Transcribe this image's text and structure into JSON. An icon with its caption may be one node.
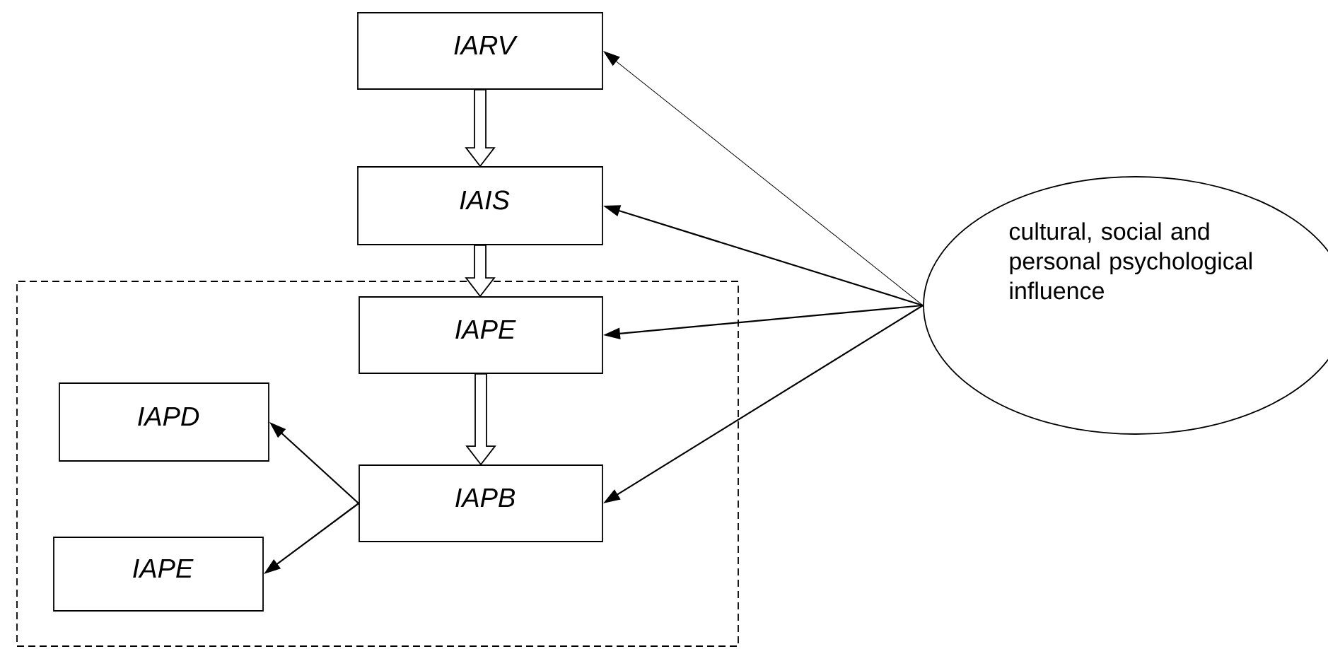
{
  "diagram": {
    "nodes": [
      {
        "text": [
          "IARV"
        ]
      },
      {
        "text": [
          "IAIS"
        ]
      },
      {
        "text": [],
        "shape": "box"
      },
      {
        "text": [
          "IAPE"
        ],
        "in": 2
      },
      {
        "text": [
          "IAPD"
        ],
        "in": 2
      },
      {
        "text": [
          "IAPB"
        ],
        "in": 2
      },
      {
        "text": [
          "IAPE"
        ],
        "in": 2
      },
      {
        "text": [
          "cultural, social and personal psychological influence"
        ]
      }
    ],
    "edges": [
      {
        "from": 0,
        "to": 1,
        "arrow": "to",
        "style": "thick"
      },
      {
        "from": 1,
        "to": 3,
        "arrow": "to",
        "style": "thick"
      },
      {
        "from": 3,
        "to": 5,
        "arrow": "to",
        "style": "thick"
      },
      {
        "from": 5,
        "to": 4,
        "arrow": "to"
      },
      {
        "from": 5,
        "to": 6,
        "arrow": "to"
      },
      {
        "from": 7,
        "to": 0,
        "arrow": "to"
      },
      {
        "from": 7,
        "to": 1,
        "arrow": "to"
      },
      {
        "from": 7,
        "to": 3,
        "arrow": "to"
      },
      {
        "from": 7,
        "to": 5,
        "arrow": "to"
      }
    ]
  }
}
